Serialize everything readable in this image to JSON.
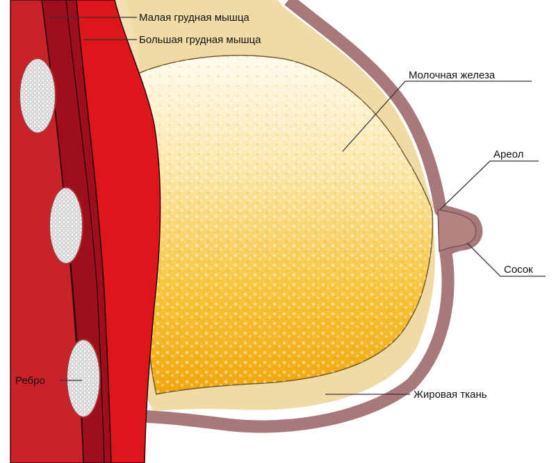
{
  "labels": {
    "minor_pectoral": "Малая грудная мышца",
    "major_pectoral": "Большая грудная мышца",
    "mammary_gland": "Молочная железа",
    "areola": "Ареол",
    "nipple": "Сосок",
    "rib": "Ребро",
    "fat_tissue": "Жировая ткань"
  },
  "colors": {
    "rib_band": "#c8202a",
    "muscle_dark": "#9e0d1c",
    "muscle_bright": "#dd1418",
    "skin": "#b98a88",
    "fat": "#f0d9a4",
    "gland_light": "#fff7df",
    "gland_dark": "#f3b10e",
    "bone": "#d9d9d9",
    "leader_line": "#333333"
  }
}
